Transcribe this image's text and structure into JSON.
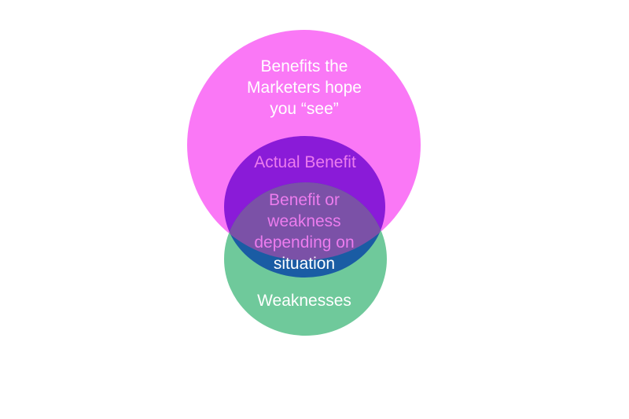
{
  "canvas": {
    "background": "#FFFFFF"
  },
  "venn": {
    "top_circle": {
      "line1": "Benefits the",
      "line2": "Marketers hope",
      "line3": "you “see”",
      "fill": "#FA78F6",
      "text_color": "#FFFFFF"
    },
    "middle_circle": {
      "label": "Actual Benefit",
      "fill": "#8A1BD8",
      "text_color": "#EC7CEE"
    },
    "bottom_circle": {
      "label": "Weaknesses",
      "fill": "#6FC99B",
      "text_color": "#FFFFFF"
    },
    "overlap": {
      "line1": "Benefit or",
      "line2": "weakness",
      "line3": "depending on",
      "line4": "situation",
      "tri_fill": "#7B51A7",
      "blue_green_fill": "#1A5CA4",
      "text_color": "#EC7CEE",
      "last_line_color": "#FFFFFF"
    }
  }
}
